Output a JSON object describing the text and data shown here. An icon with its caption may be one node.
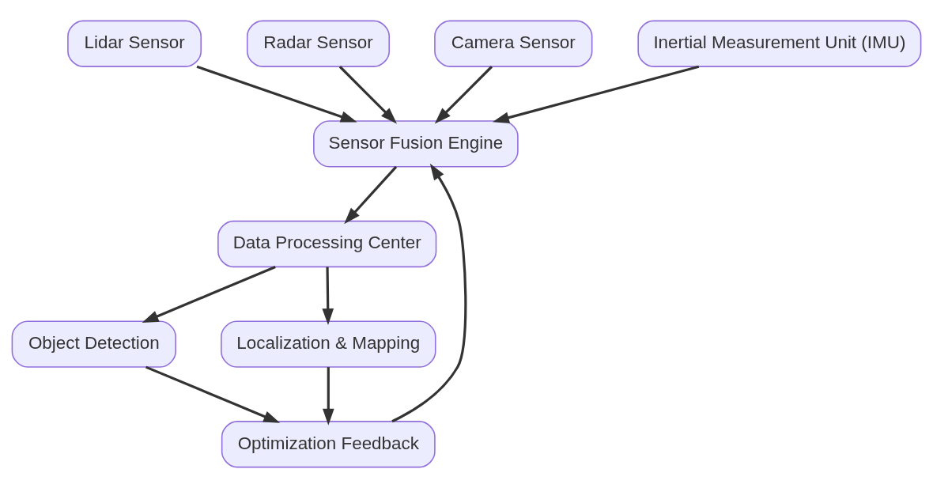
{
  "diagram": {
    "nodes": [
      {
        "text": [
          "Lidar Sensor"
        ]
      },
      {
        "text": [
          "Radar Sensor"
        ]
      },
      {
        "text": [
          "Camera Sensor"
        ]
      },
      {
        "text": [
          "Inertial Measurement Unit (IMU)"
        ]
      },
      {
        "text": [
          "Sensor Fusion Engine"
        ]
      },
      {
        "text": [
          "Data Processing Center"
        ]
      },
      {
        "text": [
          "Object Detection"
        ]
      },
      {
        "text": [
          "Localization & Mapping"
        ]
      },
      {
        "text": [
          "Optimization Feedback"
        ]
      }
    ],
    "edges": [
      {
        "from": 0,
        "to": 4,
        "arrow": "to"
      },
      {
        "from": 1,
        "to": 4,
        "arrow": "to"
      },
      {
        "from": 2,
        "to": 4,
        "arrow": "to"
      },
      {
        "from": 3,
        "to": 4,
        "arrow": "to"
      },
      {
        "from": 4,
        "to": 5,
        "arrow": "to"
      },
      {
        "from": 5,
        "to": 6,
        "arrow": "to"
      },
      {
        "from": 5,
        "to": 7,
        "arrow": "to"
      },
      {
        "from": 6,
        "to": 8,
        "arrow": "to"
      },
      {
        "from": 7,
        "to": 8,
        "arrow": "to"
      },
      {
        "from": 8,
        "to": 4,
        "arrow": "to"
      }
    ]
  }
}
